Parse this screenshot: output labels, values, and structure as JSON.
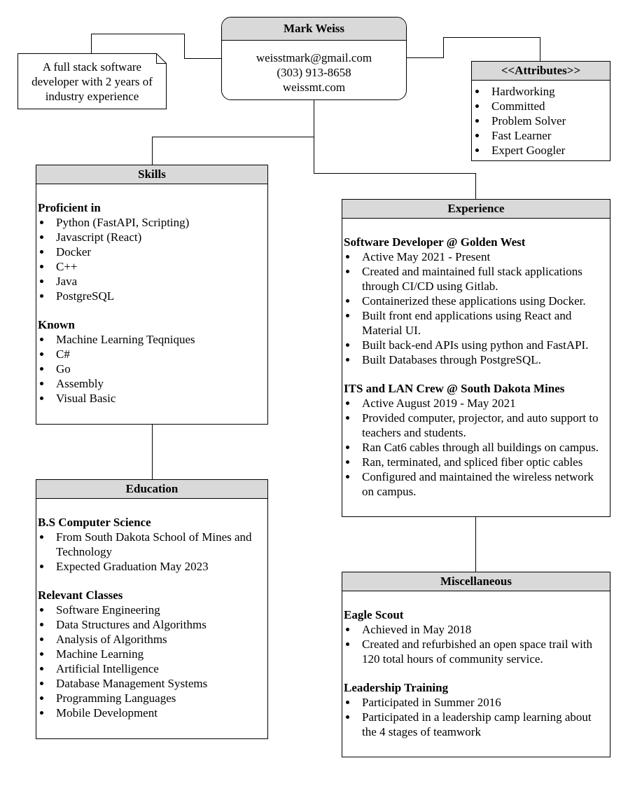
{
  "name_box": {
    "name": "Mark Weiss",
    "email": "weisstmark@gmail.com",
    "phone": "(303) 913-8658",
    "website": "weissmt.com"
  },
  "summary_note": {
    "line1": "A full stack software",
    "line2": "developer with 2 years of",
    "line3": "industry experience"
  },
  "attributes": {
    "title": "<<Attributes>>",
    "items": [
      "Hardworking",
      "Committed",
      "Problem Solver",
      "Fast Learner",
      "Expert Googler"
    ]
  },
  "skills": {
    "title": "Skills",
    "proficient_title": "Proficient in",
    "proficient": [
      "Python (FastAPI, Scripting)",
      "Javascript (React)",
      "Docker",
      "C++",
      "Java",
      "PostgreSQL"
    ],
    "known_title": "Known",
    "known": [
      "Machine Learning Teqniques",
      "C#",
      "Go",
      "Assembly",
      "Visual Basic"
    ]
  },
  "education": {
    "title": "Education",
    "degree_title": "B.S Computer Science",
    "degree": [
      "From South Dakota School of Mines and Technology",
      "Expected Graduation May 2023"
    ],
    "classes_title": "Relevant Classes",
    "classes": [
      "Software Engineering",
      "Data Structures and Algorithms",
      "Analysis of Algorithms",
      "Machine Learning",
      "Artificial Intelligence",
      "Database Management Systems",
      "Programming Languages",
      "Mobile Development"
    ]
  },
  "experience": {
    "title": "Experience",
    "job1_title": "Software Developer @ Golden West",
    "job1": [
      "Active May 2021 - Present",
      "Created and maintained full stack applications through CI/CD using Gitlab.",
      "Containerized these applications using Docker.",
      "Built front end applications using React and Material UI.",
      "Built back-end APIs using python and FastAPI.",
      "Built Databases through PostgreSQL."
    ],
    "job2_title": "ITS and LAN Crew @ South Dakota Mines",
    "job2": [
      "Active August 2019 - May 2021",
      "Provided computer, projector, and auto support to teachers and students.",
      "Ran Cat6 cables through all buildings on campus.",
      "Ran, terminated, and spliced fiber optic cables",
      "Configured and maintained the wireless network on campus."
    ]
  },
  "misc": {
    "title": "Miscellaneous",
    "item1_title": "Eagle Scout",
    "item1": [
      "Achieved in May 2018",
      "Created and refurbished an open space trail with 120 total hours of community service."
    ],
    "item2_title": "Leadership Training",
    "item2": [
      "Participated in Summer 2016",
      "Participated in a leadership camp learning about the 4 stages of teamwork"
    ]
  }
}
